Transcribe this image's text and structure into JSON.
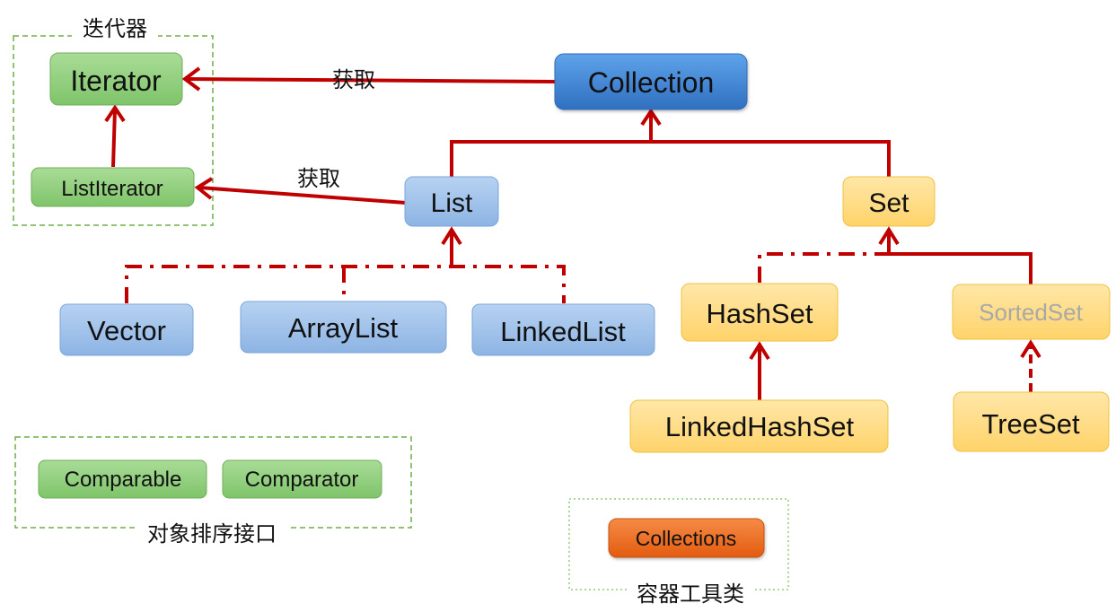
{
  "groups": {
    "iterator_group_label": "迭代器",
    "sort_group_label": "对象排序接口",
    "tools_group_label": "容器工具类"
  },
  "nodes": {
    "collection": "Collection",
    "iterator": "Iterator",
    "list_iterator": "ListIterator",
    "list": "List",
    "set": "Set",
    "vector": "Vector",
    "array_list": "ArrayList",
    "linked_list": "LinkedList",
    "hash_set": "HashSet",
    "sorted_set": "SortedSet",
    "linked_hash_set": "LinkedHashSet",
    "tree_set": "TreeSet",
    "comparable": "Comparable",
    "comparator": "Comparator",
    "collections": "Collections"
  },
  "edges": {
    "obtain_label_1": "获取",
    "obtain_label_2": "获取"
  },
  "colors": {
    "arrow": "#c00000",
    "collection_fill": "#3c84d4",
    "list_fill": "#9dc0e8",
    "set_fill": "#ffd77a",
    "iterator_fill": "#8ccd78",
    "collections_fill": "#ee6a1f",
    "dashed_group": "#70ad47"
  }
}
